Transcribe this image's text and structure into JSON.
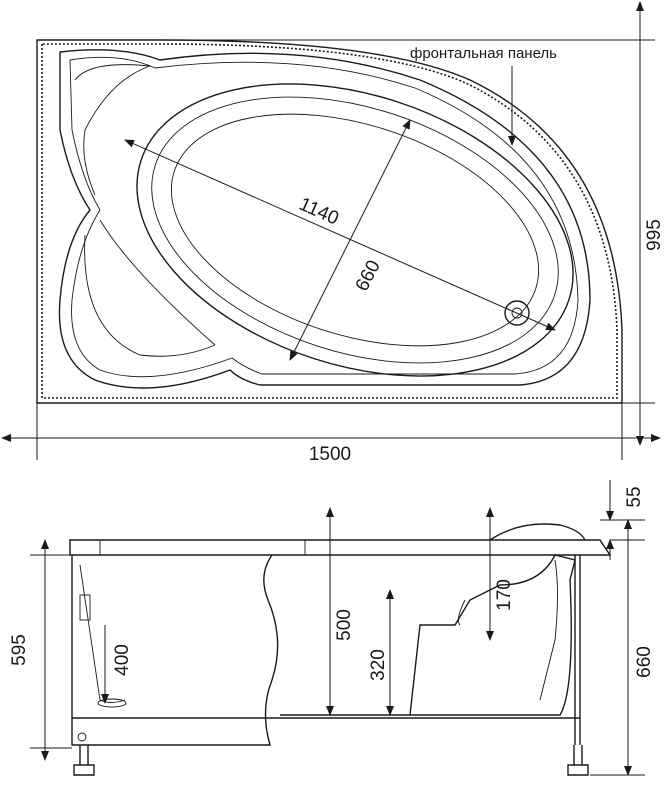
{
  "top_view": {
    "label_front_panel": "фронтальная панель",
    "dim_length_diag": "1140",
    "dim_width_diag": "660",
    "dim_depth": "995",
    "dim_length": "1500"
  },
  "side_view": {
    "dim_rim": "55",
    "dim_headrest": "170",
    "dim_inner_depth": "500",
    "dim_seat": "320",
    "dim_drain": "400",
    "dim_panel_height": "595",
    "dim_total_height": "660"
  }
}
